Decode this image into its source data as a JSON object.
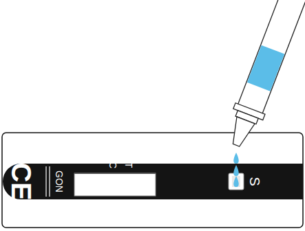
{
  "diagram": {
    "labels": [
      "CE",
      "GON",
      "C",
      "T",
      "S"
    ]
  }
}
